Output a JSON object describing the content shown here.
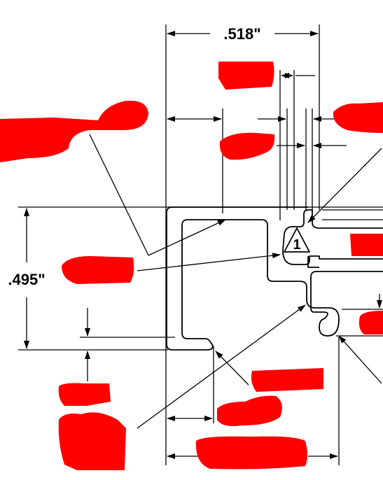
{
  "drawing": {
    "dimensions": {
      "width_top": ".518\"",
      "height_left": ".495\""
    },
    "callout_marker": "1",
    "colors": {
      "line": "#000000",
      "redaction": "#ff0000",
      "background": "#ffffff"
    }
  }
}
